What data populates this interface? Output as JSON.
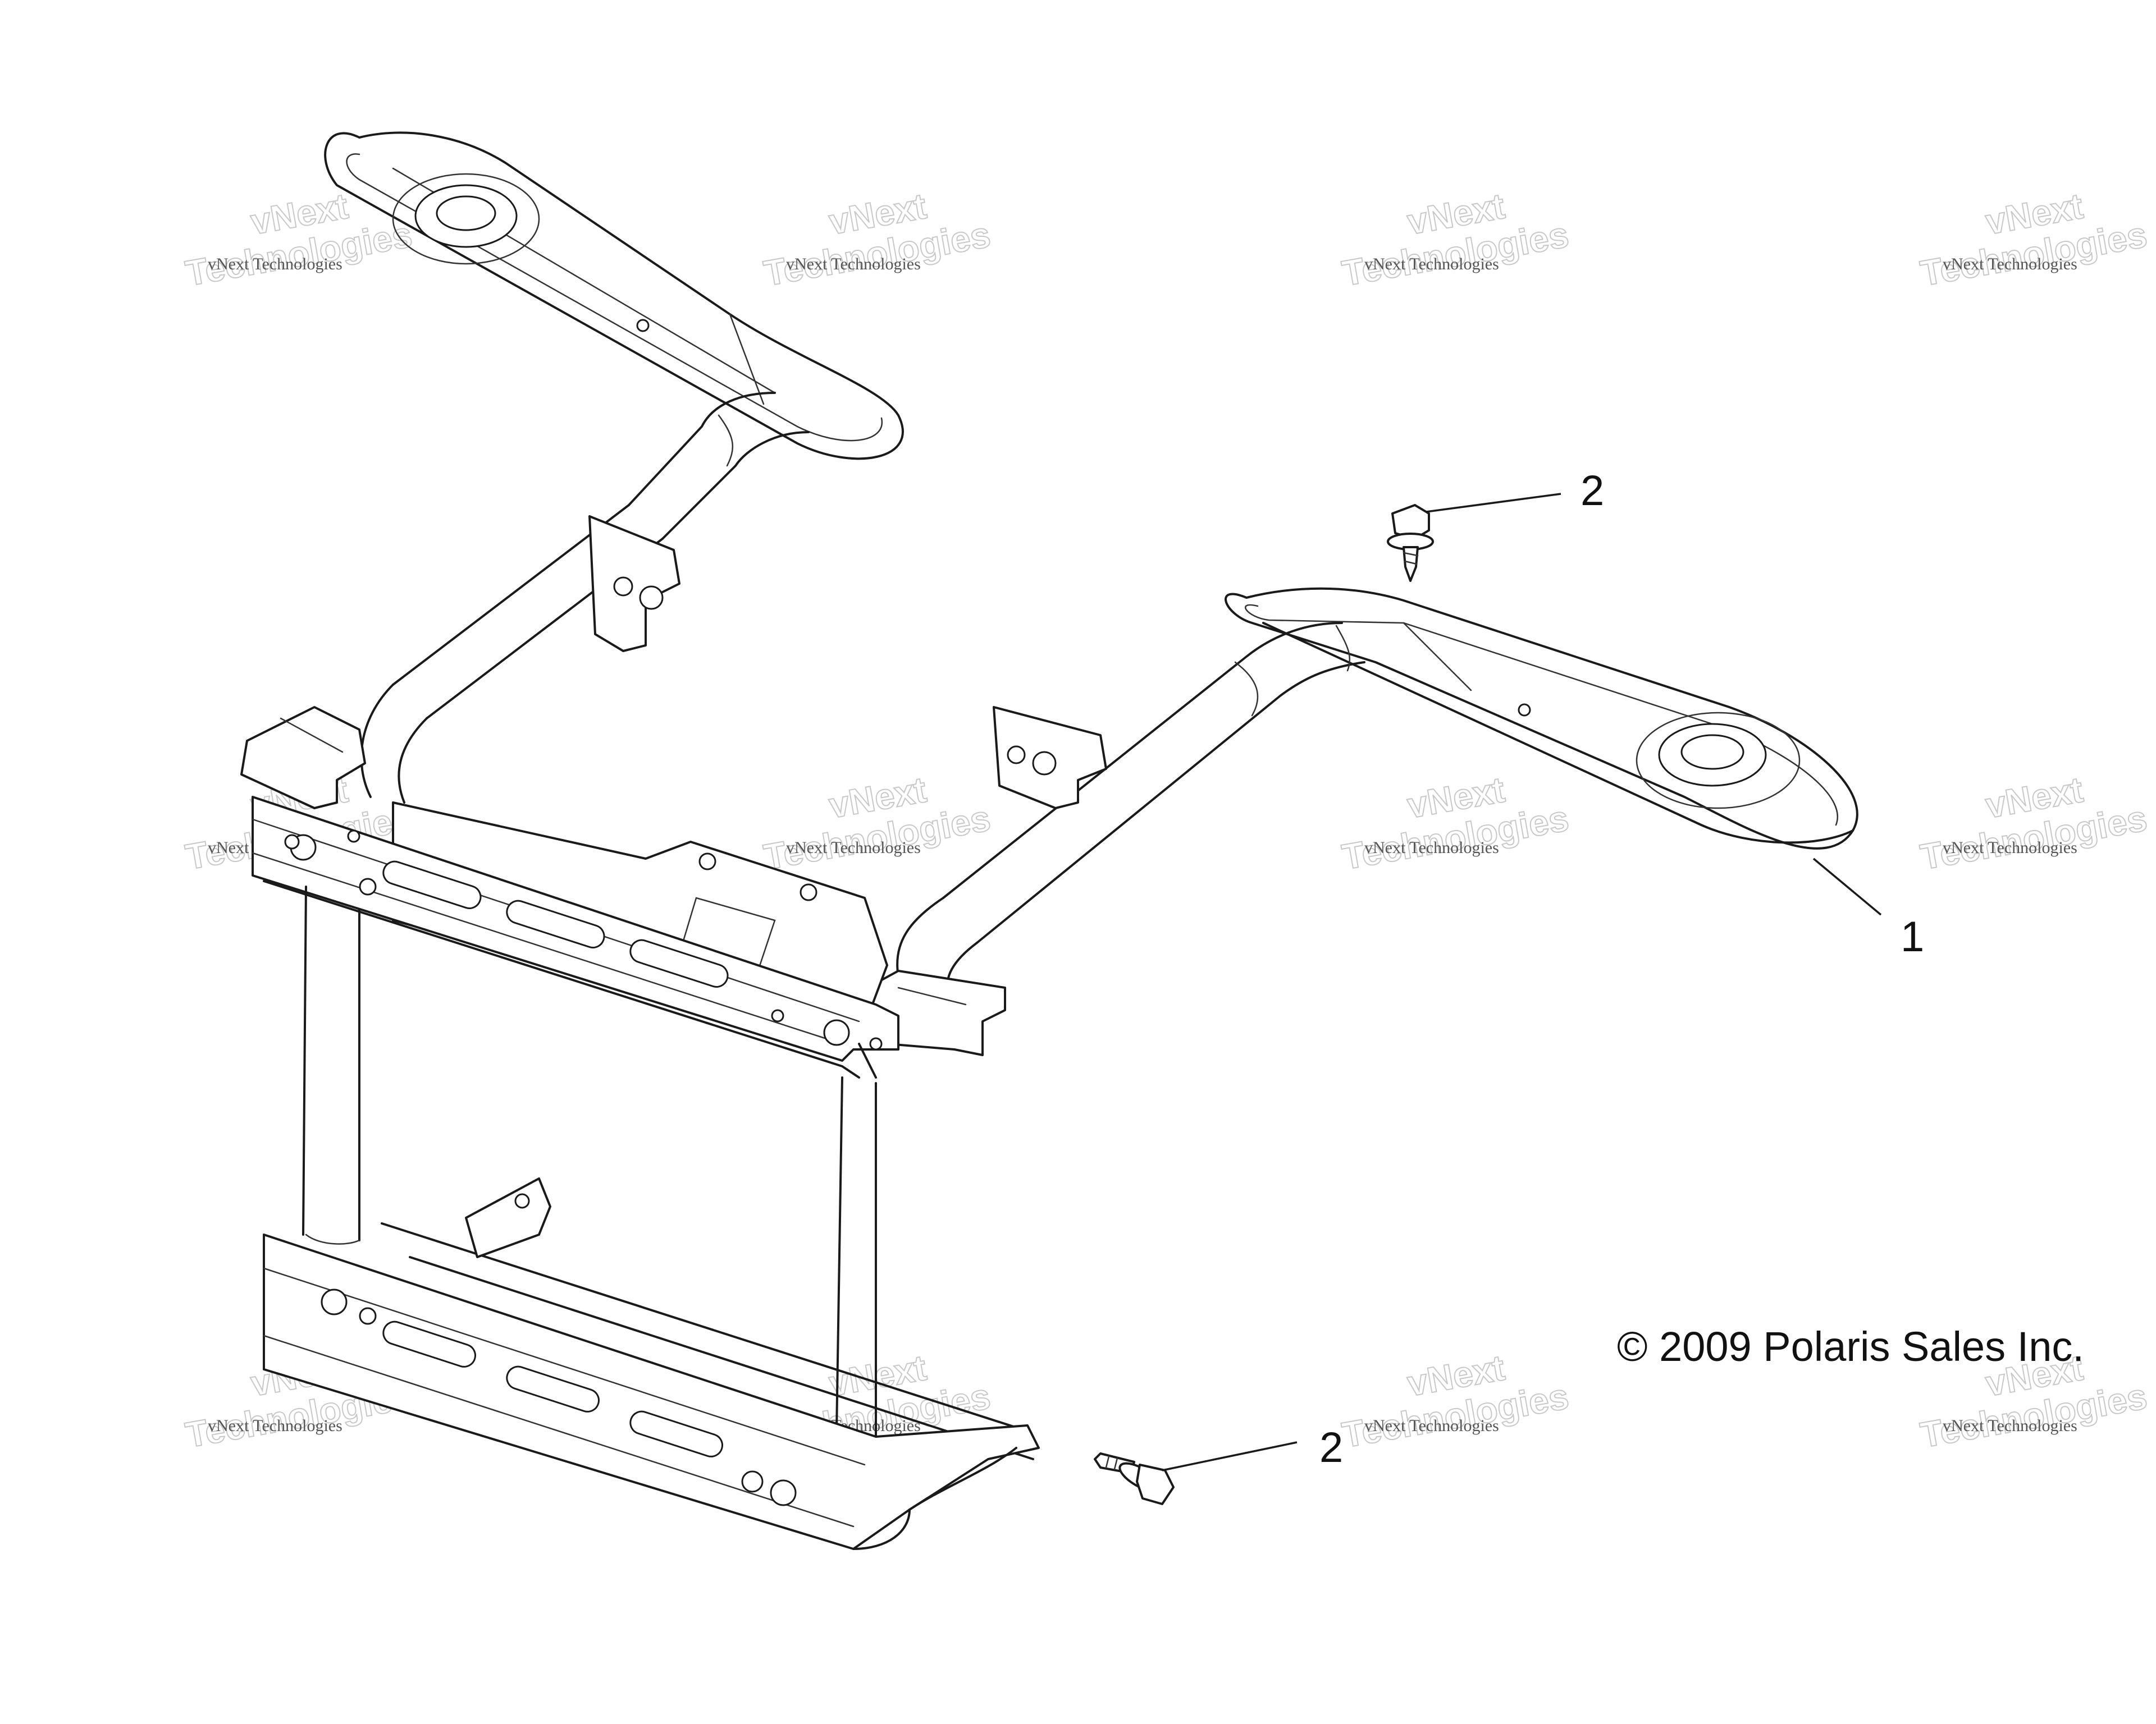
{
  "callouts": {
    "part_1": "1",
    "part_2_top": "2",
    "part_2_bottom": "2"
  },
  "copyright": "© 2009 Polaris Sales Inc.",
  "watermark": {
    "line1": "vNext",
    "line2": "Technologies",
    "small": "vNext Technologies"
  }
}
